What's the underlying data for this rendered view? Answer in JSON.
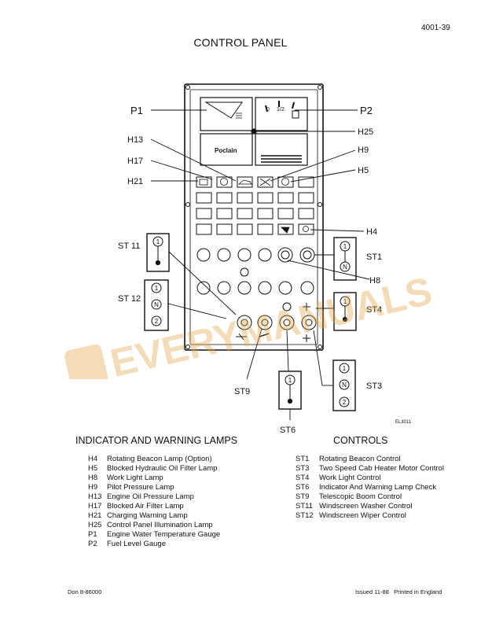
{
  "page_number": "4001-39",
  "title": "CONTROL PANEL",
  "figure_code": "EL3011",
  "callouts": {
    "p1": "P1",
    "p2": "P2",
    "h13": "H13",
    "h25": "H25",
    "h17": "H17",
    "h9": "H9",
    "h21": "H21",
    "h5": "H5",
    "h4": "H4",
    "st1": "ST1",
    "st11": "ST 11",
    "st12": "ST 12",
    "st4": "ST4",
    "h8": "H8",
    "st3": "ST3",
    "st9": "ST9",
    "st6": "ST6"
  },
  "switch_positions": {
    "one": "1",
    "neutral": "N",
    "two": "2"
  },
  "gauge_marks": {
    "empty": "0",
    "half": "1/2"
  },
  "panel_logo": "Poclain",
  "lamps_heading": "INDICATOR AND WARNING LAMPS",
  "controls_heading": "CONTROLS",
  "lamps": [
    {
      "code": "H4",
      "desc": "Rotating Beacon Lamp (Option)"
    },
    {
      "code": "H5",
      "desc": "Blocked Hydraulic Oil Filter Lamp"
    },
    {
      "code": "H8",
      "desc": "Work Light Lamp"
    },
    {
      "code": "H9",
      "desc": "Pilot Pressure Lamp"
    },
    {
      "code": "H13",
      "desc": "Engine Oil Pressure Lamp"
    },
    {
      "code": "H17",
      "desc": "Blocked Air Filter Lamp"
    },
    {
      "code": "H21",
      "desc": "Charging Warning Lamp"
    },
    {
      "code": "H25",
      "desc": "Control Panel Illumination Lamp"
    },
    {
      "code": "P1",
      "desc": "Engine Water Temperature Gauge"
    },
    {
      "code": "P2",
      "desc": "Fuel Level Gauge"
    }
  ],
  "controls": [
    {
      "code": "ST1",
      "desc": "Rotating Beacon Control"
    },
    {
      "code": "ST3",
      "desc": "Two Speed Cab Heater Motor Control"
    },
    {
      "code": "ST4",
      "desc": "Work Light Control"
    },
    {
      "code": "ST6",
      "desc": "Indicator And Warning Lamp Check"
    },
    {
      "code": "ST9",
      "desc": "Telescopic Boom Control"
    },
    {
      "code": "ST11",
      "desc": "Windscreen Washer Control"
    },
    {
      "code": "ST12",
      "desc": "Windscreen Wiper Control"
    }
  ],
  "footer_left": "Don 8-86000",
  "footer_issued": "Issued 11-88",
  "footer_printed": "Printed in England",
  "watermark": "EVERYMANUALS.COM",
  "colors": {
    "ink": "#111111",
    "watermark": "#e0a544"
  }
}
